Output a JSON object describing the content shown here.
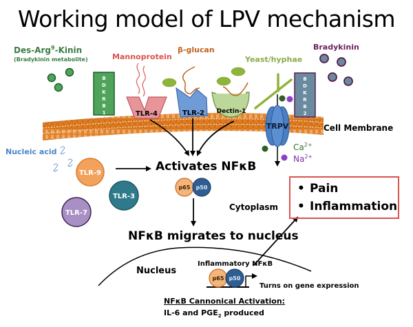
{
  "title": "Working model of LPV mechanism",
  "ligands": {
    "des_arg_kinin": "Des-Arg",
    "des_arg_kinin_sup": "9",
    "des_arg_kinin_suffix": "-Kinin",
    "des_arg_kinin_note": "(Bradykinin metabolite)",
    "mannoprotein": "Mannoprotein",
    "beta_glucan": "β-glucan",
    "yeast_hyphae": "Yeast/hyphae",
    "bradykinin": "Bradykinin",
    "nucleic_acid": "Nucleic acid"
  },
  "receptors": {
    "bdkrb1": [
      "B",
      "D",
      "K",
      "R",
      "B",
      "1"
    ],
    "bdkrb2": [
      "B",
      "D",
      "K",
      "R",
      "B",
      "2"
    ],
    "tlr4": "TLR-4",
    "tlr2": "TLR-2",
    "dectin1": "Dectin-1",
    "trpv": "TRPV",
    "tlr9": "TLR-9",
    "tlr3": "TLR-3",
    "tlr7": "TLR-7"
  },
  "ions": {
    "ca": "Ca",
    "ca_charge": "2+",
    "na": "Na",
    "na_charge": "2+"
  },
  "compartments": {
    "cell_membrane": "Cell Membrane",
    "cytoplasm": "Cytoplasm",
    "nucleus": "Nucleus"
  },
  "nfkb": {
    "activates": "Activates NFκB",
    "p65": "p65",
    "p50": "p50",
    "migrates": "NFκB migrates to nucleus",
    "inflammatory": "Inflammatory NFκB",
    "turns_on": "Turns on gene expression",
    "canonical": "NFκB Cannonical Activation:",
    "produced_prefix": "IL-6 and PGE",
    "produced_sub": "2",
    "produced_suffix": " produced"
  },
  "outcomes": [
    "Pain",
    "Inflammation"
  ],
  "colors": {
    "membrane": "#e07b1f",
    "bdkrb1": "#4fa35a",
    "bdkrb2": "#6a8aa0",
    "tlr4": "#e8959a",
    "tlr2": "#6f9bd6",
    "dectin1": "#bcd79a",
    "trpv": "#4a7fc4",
    "tlr9": "#f2a25c",
    "tlr3": "#2e7a8a",
    "tlr7": "#a890c4",
    "p65": "#f5b47a",
    "p50": "#2f5e93",
    "outcome_border": "#d9534f"
  }
}
